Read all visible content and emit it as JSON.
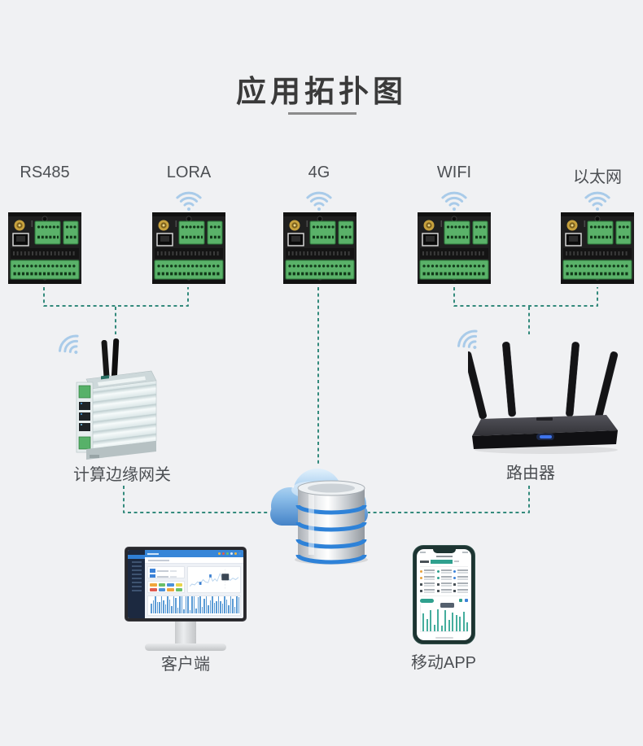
{
  "title": {
    "text": "应用拓扑图"
  },
  "protocols": [
    {
      "label": "RS485",
      "wireless": false
    },
    {
      "label": "LORA",
      "wireless": true
    },
    {
      "label": "4G",
      "wireless": true
    },
    {
      "label": "WIFI",
      "wireless": true
    },
    {
      "label": "以太网",
      "wireless": true
    }
  ],
  "gateway": {
    "label": "计算边缘网关"
  },
  "router": {
    "label": "路由器"
  },
  "client": {
    "label": "客户端"
  },
  "mobile": {
    "label": "移动APP"
  },
  "colors": {
    "background": "#F0F1F3",
    "dashed_line": "#338A7C",
    "wifi_icon": "#A9CBE9",
    "terminal_green": "#5AB269",
    "dashboard_blue": "#3786D8",
    "app_teal": "#2FA08E",
    "cloud_blue": "#4A88CC",
    "title_text": "#3A3A3A",
    "label_text": "#4C4F53"
  }
}
